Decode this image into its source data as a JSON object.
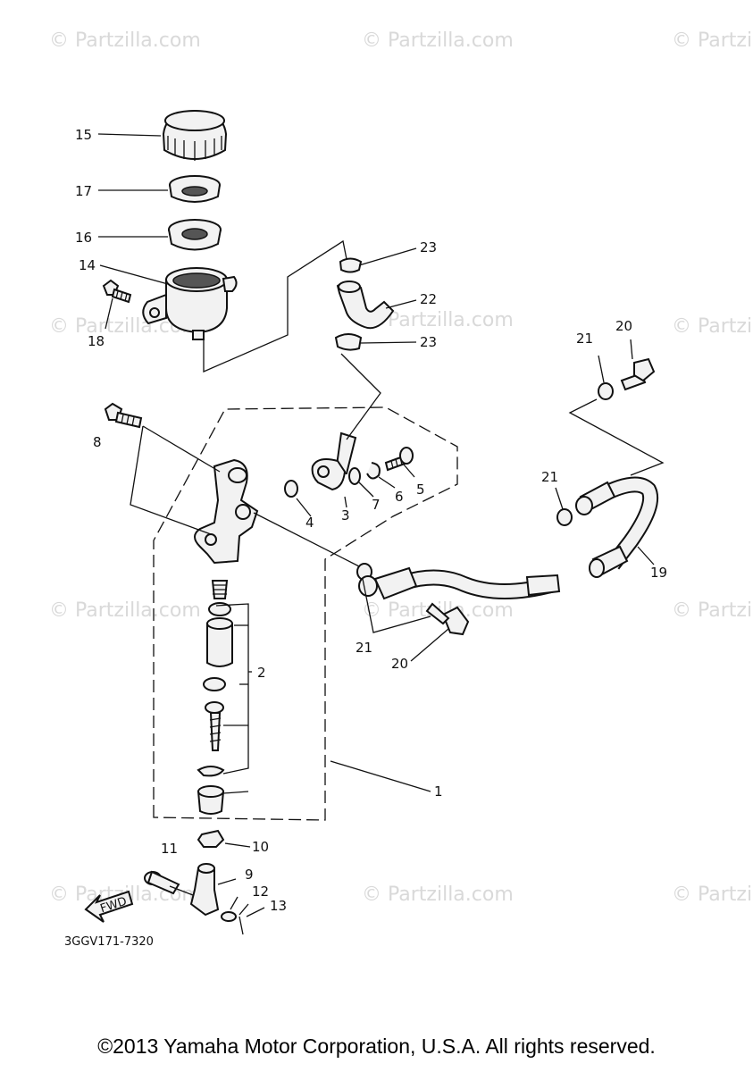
{
  "watermark": "© Partzilla.com",
  "drawing_code": "3GGV171-7320",
  "fwd_label": "FWD",
  "copyright": "©2013 Yamaha Motor Corporation, U.S.A. All rights reserved.",
  "callouts": {
    "c1": "1",
    "c2": "2",
    "c3": "3",
    "c4": "4",
    "c5": "5",
    "c6": "6",
    "c7": "7",
    "c8": "8",
    "c9": "9",
    "c10": "10",
    "c11": "11",
    "c12": "12",
    "c13": "13",
    "c14": "14",
    "c15": "15",
    "c16": "16",
    "c17": "17",
    "c18": "18",
    "c19": "19",
    "c20a": "20",
    "c20b": "20",
    "c21a": "21",
    "c21b": "21",
    "c21c": "21",
    "c22": "22",
    "c23a": "23",
    "c23b": "23"
  }
}
